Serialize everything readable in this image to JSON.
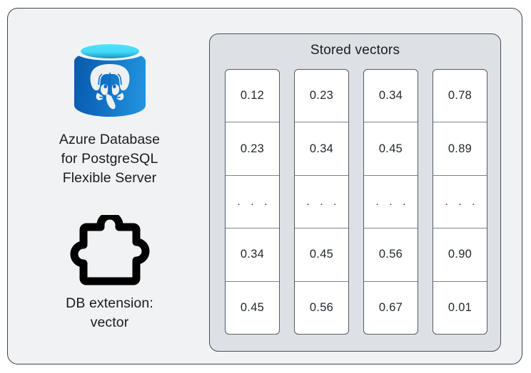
{
  "diagram": {
    "left_panel": {
      "database_icon_name": "azure-database-postgresql-icon",
      "database_caption_line1": "Azure Database",
      "database_caption_line2": "for PostgreSQL",
      "database_caption_line3": "Flexible Server",
      "extension_icon_name": "puzzle-piece-icon",
      "extension_caption_line1": "DB extension:",
      "extension_caption_line2": "vector"
    },
    "stored_vectors": {
      "title": "Stored vectors",
      "columns": [
        {
          "cells": [
            "0.12",
            "0.23",
            ". . .",
            "0.34",
            "0.45"
          ]
        },
        {
          "cells": [
            "0.23",
            "0.34",
            ". . .",
            "0.45",
            "0.56"
          ]
        },
        {
          "cells": [
            "0.34",
            "0.45",
            ". . .",
            "0.56",
            "0.67"
          ]
        },
        {
          "cells": [
            "0.78",
            "0.89",
            ". . .",
            "0.90",
            "0.01"
          ]
        }
      ]
    },
    "colors": {
      "card_background": "#F0F2F4",
      "panel_background": "#DDE1E6",
      "cell_background": "#FFFFFF",
      "border": "#3F4449",
      "azure_blue": "#0F6DC2",
      "azure_cyan": "#41D8F6",
      "text": "#1B1B1B"
    }
  }
}
